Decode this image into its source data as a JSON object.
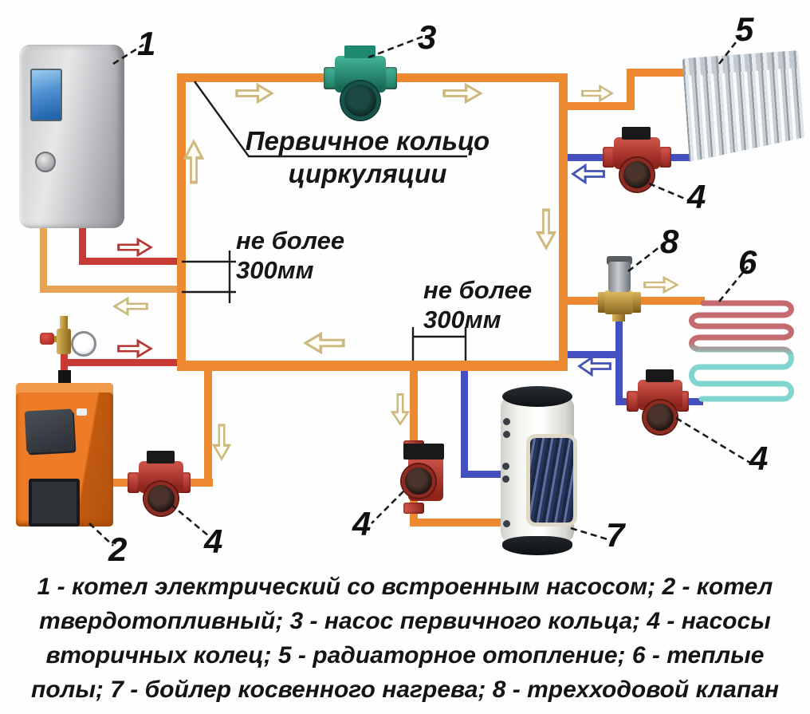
{
  "diagram": {
    "title": {
      "line1": "Первичное кольцо",
      "line2": "циркуляции"
    },
    "notes": {
      "max_distance_1": {
        "line1": "не более",
        "line2": "300мм"
      },
      "max_distance_2": {
        "line1": "не более",
        "line2": "300мм"
      }
    },
    "labels": {
      "electric_boiler": "1",
      "solid_fuel_boiler": "2",
      "primary_pump": "3",
      "secondary_pump_radiator": "4",
      "secondary_pump_floor": "4",
      "secondary_pump_dhw": "4",
      "secondary_pump_solid": "4",
      "radiator": "5",
      "floor_heating": "6",
      "dhw_tank": "7",
      "three_way_valve": "8"
    },
    "legend": {
      "lines": [
        "1 - котел электрический со встроенным насосом; 2 - котел",
        "твердотопливный; 3 - насос первичного кольца; 4 - насосы",
        "вторичных колец; 5 - радиаторное отопление; 6 - теплые",
        "полы; 7 - бойлер косвенного нагрева; 8 - трехходовой клапан"
      ]
    },
    "colors": {
      "pipe_supply": "#EC8931",
      "pipe_return_cold": "#4450C0",
      "pipe_hot_red": "#C83A35",
      "pipe_tan": "#E5A455",
      "arrow_khaki": "#CDB87E",
      "arrow_red": "#B63535",
      "arrow_blue": "#4553B8",
      "coil_hot": "#C56A6F",
      "coil_cold": "#7FD6CE"
    }
  }
}
